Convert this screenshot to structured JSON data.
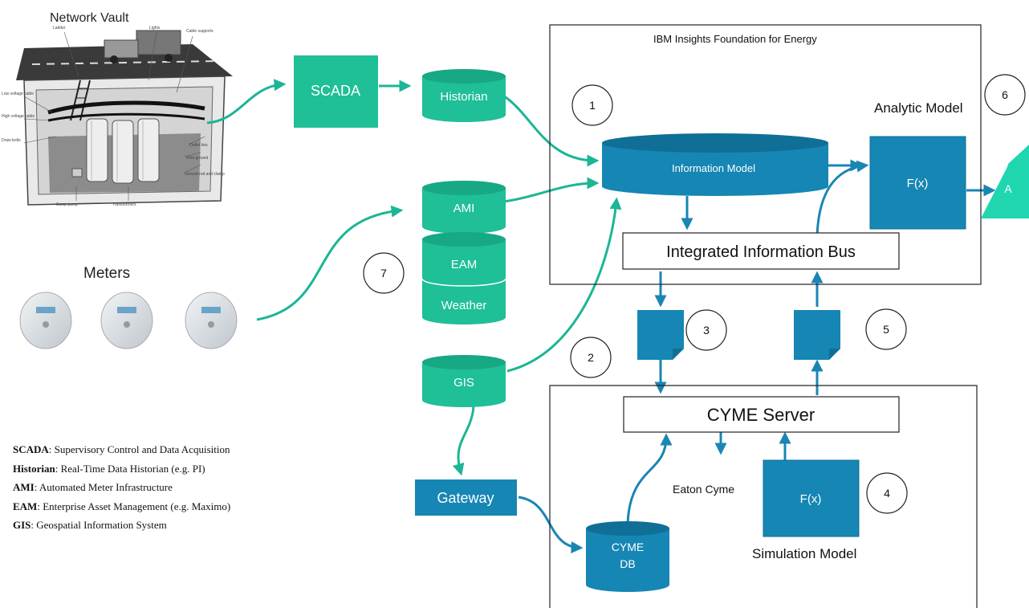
{
  "title_network_vault": "Network Vault",
  "title_meters": "Meters",
  "nodes": {
    "scada": "SCADA",
    "historian": "Historian",
    "ami": "AMI",
    "eam": "EAM",
    "weather": "Weather",
    "gis": "GIS",
    "gateway": "Gateway",
    "cyme_db_line1": "CYME",
    "cyme_db_line2": "DB",
    "information_model": "Information Model",
    "analytic_fx": "F(x)",
    "triangle_label": "A",
    "integrated_bus": "Integrated Information Bus",
    "cyme_server": "CYME Server",
    "simulation_fx": "F(x)"
  },
  "labels": {
    "ibm_foundation": "IBM  Insights Foundation  for Energy",
    "analytic_model": "Analytic Model",
    "eaton_cyme": "Eaton Cyme",
    "simulation_model": "Simulation Model"
  },
  "steps": [
    "1",
    "2",
    "3",
    "4",
    "5",
    "6",
    "7"
  ],
  "vault_labels": [
    "Ladder",
    "Lights",
    "Cable supports",
    "Low voltage cable",
    "High voltage cable",
    "Draw bolts",
    "Outlet box",
    "Wire ground",
    "Ground rod and clamp",
    "Sump pump",
    "Transformers"
  ],
  "legend": [
    {
      "abbr": "SCADA",
      "text": ": Supervisory Control and Data  Acquisition"
    },
    {
      "abbr": "Historian",
      "text": ": Real-Time Data  Historian (e.g.  PI)"
    },
    {
      "abbr": "AMI",
      "text": ": Automated Meter Infrastructure"
    },
    {
      "abbr": "EAM",
      "text": ": Enterprise Asset Management  (e.g.  Maximo)"
    },
    {
      "abbr": "GIS",
      "text": ": Geospatial  Information  System"
    }
  ],
  "colors": {
    "green": "#1FBF97",
    "green_dark": "#17A884",
    "blue": "#1686B4",
    "blue_dark": "#0F6F96",
    "arrow_green": "#1CB596",
    "arrow_blue": "#1A85B3"
  }
}
